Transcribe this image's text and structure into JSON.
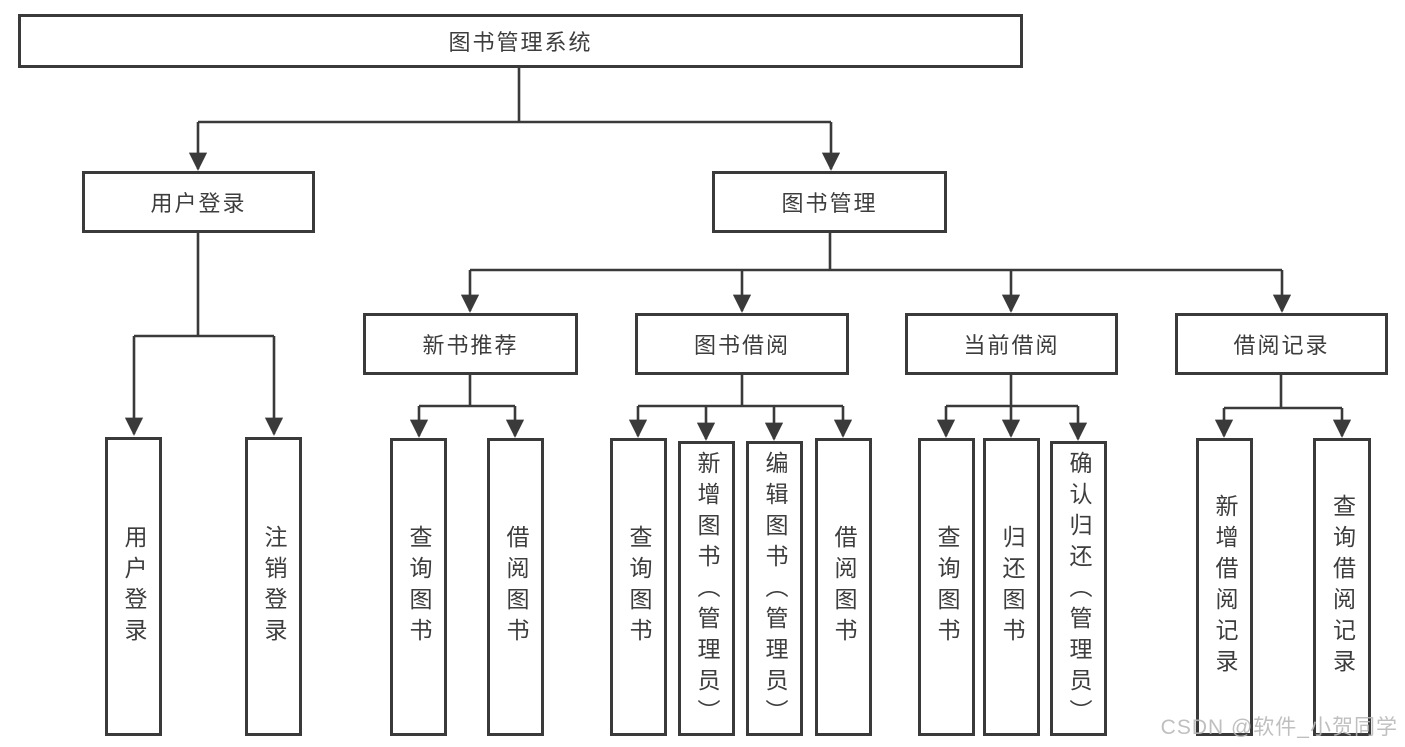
{
  "diagram": {
    "root": {
      "label": "图书管理系统"
    },
    "children": [
      {
        "label": "用户登录",
        "children": [
          {
            "label": "用户登录"
          },
          {
            "label": "注销登录"
          }
        ]
      },
      {
        "label": "图书管理",
        "children": [
          {
            "label": "新书推荐",
            "children": [
              {
                "label": "查询图书"
              },
              {
                "label": "借阅图书"
              }
            ]
          },
          {
            "label": "图书借阅",
            "children": [
              {
                "label": "查询图书"
              },
              {
                "label": "新增图书（管理员）"
              },
              {
                "label": "编辑图书（管理员）"
              },
              {
                "label": "借阅图书"
              }
            ]
          },
          {
            "label": "当前借阅",
            "children": [
              {
                "label": "查询图书"
              },
              {
                "label": "归还图书"
              },
              {
                "label": "确认归还（管理员）"
              }
            ]
          },
          {
            "label": "借阅记录",
            "children": [
              {
                "label": "新增借阅记录"
              },
              {
                "label": "查询借阅记录"
              }
            ]
          }
        ]
      }
    ]
  },
  "watermark": {
    "text": "CSDN @软件_小贺同学"
  },
  "colors": {
    "line": "#3a3a3a",
    "text": "#3d3d3d",
    "box_background": "#ffffff",
    "watermark": "#b9b9b9"
  }
}
